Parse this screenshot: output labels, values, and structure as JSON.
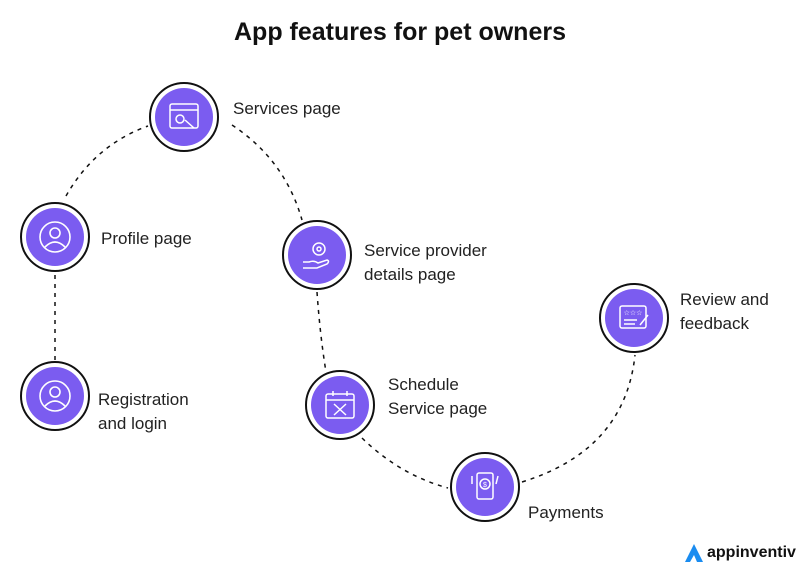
{
  "title": "App features for pet owners",
  "features": {
    "services": "Services page",
    "profile": "Profile page",
    "provider": [
      "Service provider",
      "details page"
    ],
    "registration": [
      "Registration",
      "and login"
    ],
    "schedule": [
      "Schedule",
      "Service page"
    ],
    "payments": "Payments",
    "review": [
      "Review and",
      "feedback"
    ]
  },
  "brand": "appinventiv",
  "colors": {
    "accent": "#7b5cf0"
  }
}
